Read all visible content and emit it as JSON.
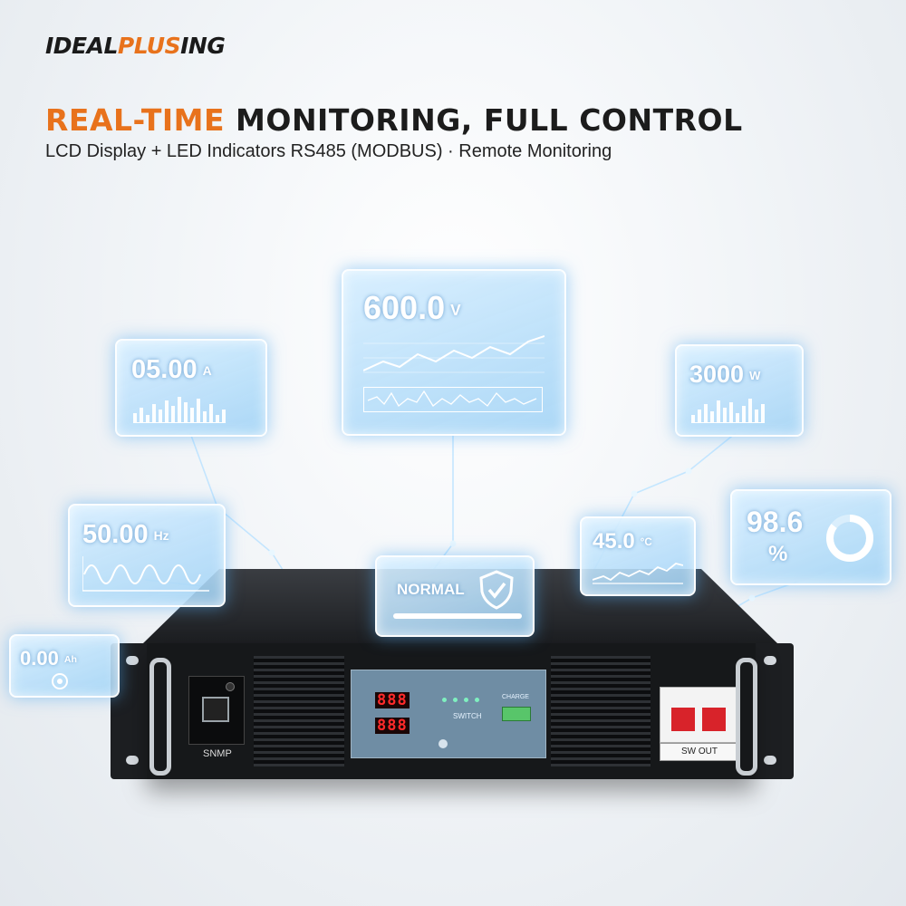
{
  "brand": {
    "part1": "IDEAL",
    "part2": "PLUS",
    "part3": "ING"
  },
  "headline": {
    "highlight": "REAL-TIME",
    "rest": "MONITORING, FULL CONTROL"
  },
  "subheadline": "LCD Display + LED Indicators RS485 (MODBUS) · Remote Monitoring",
  "cards": {
    "voltage": {
      "value": "600.0",
      "unit": "V"
    },
    "current": {
      "value": "05.00",
      "unit": "A"
    },
    "power": {
      "value": "3000",
      "unit": "W"
    },
    "frequency": {
      "value": "50.00",
      "unit": "Hz"
    },
    "temperature": {
      "value": "45.0",
      "unit": "°C"
    },
    "efficiency": {
      "value": "98.6",
      "unit": "%"
    },
    "status": {
      "label": "NORMAL"
    },
    "capacity": {
      "value": "0.00",
      "unit": "Ah"
    }
  },
  "device": {
    "port_label": "SNMP",
    "display_top": "888",
    "display_bottom": "888",
    "panel_text_1": "CHARGE",
    "panel_text_2": "SWITCH",
    "switch_label": "SW OUT"
  },
  "colors": {
    "accent": "#e8721c",
    "glow": "#5fb6f2",
    "chassis": "#16181a"
  }
}
